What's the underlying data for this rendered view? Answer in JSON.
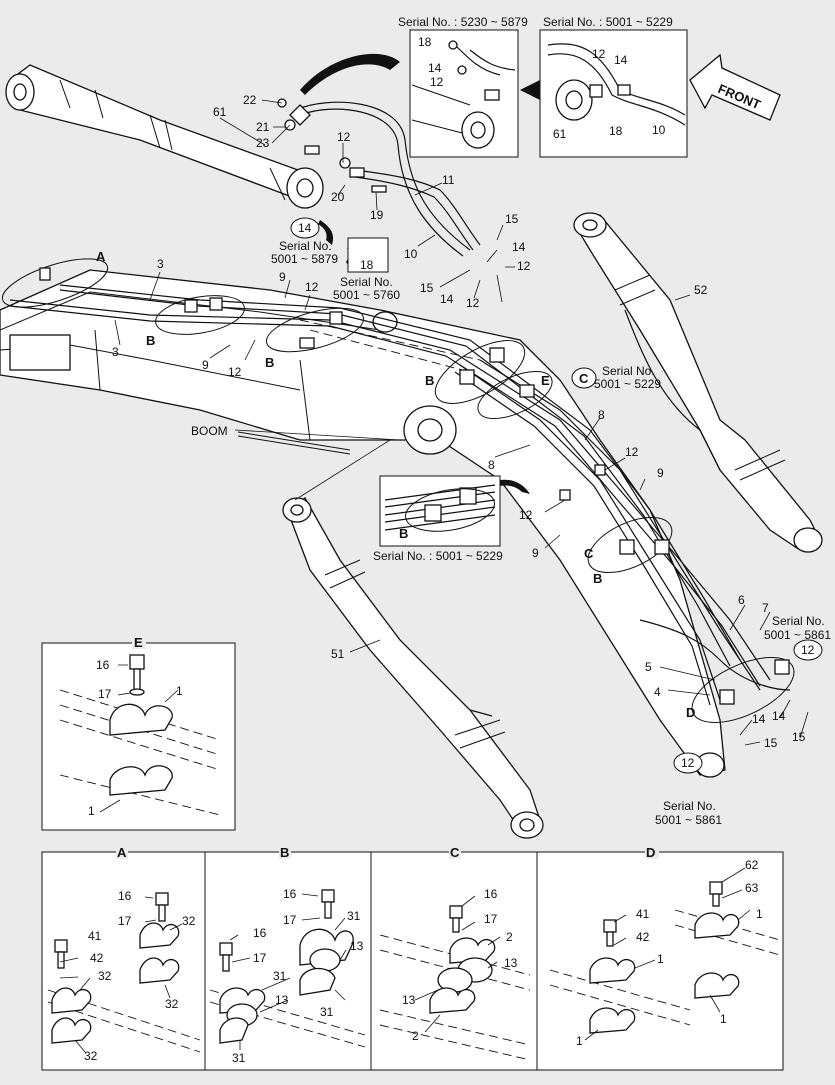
{
  "callouts": {
    "c61": "61",
    "c22": "22",
    "c21": "21",
    "c23": "23",
    "c12a": "12",
    "c20": "20",
    "c19": "19",
    "c11": "11",
    "c10": "10",
    "c15a": "15",
    "c14a": "14",
    "c12b": "12",
    "c15b": "15",
    "c14b": "14",
    "c12c": "12",
    "c52": "52",
    "c3a": "3",
    "c3b": "3",
    "c9a": "9",
    "c12d": "12",
    "c9b": "9",
    "c12e": "12",
    "c8a": "8",
    "c8b": "8",
    "c12f": "12",
    "c9c": "9",
    "c12g": "12",
    "c9d": "9",
    "c6": "6",
    "c7": "7",
    "c5": "5",
    "c4": "4",
    "c14c": "14",
    "c14d": "14",
    "c15c": "15",
    "c15d": "15",
    "c51": "51",
    "c18i": "18",
    "c14i": "14",
    "c12i": "12",
    "c12j": "12",
    "c14j": "14",
    "c61j": "61",
    "c18j": "18",
    "c10j": "10",
    "c18s": "18"
  },
  "letters": {
    "A": "A",
    "B1": "B",
    "B2": "B",
    "B3": "B",
    "B4": "B",
    "Bi": "B",
    "C1": "C",
    "E": "E",
    "D": "D"
  },
  "circled": {
    "fourteen": "14",
    "twelveA": "12",
    "twelveB": "12",
    "Cc": "C"
  },
  "serials": {
    "s1": "Serial No. : 5230 ~ 5879",
    "s2": "Serial No. : 5001 ~ 5229",
    "s3a": "Serial No.",
    "s3b": "5001 ~ 5879",
    "s4a": "Serial No.",
    "s4b": "5001 ~ 5760",
    "s5a": "Serial No.",
    "s5b": "5001 ~ 5229",
    "s6": "Serial No. : 5001 ~ 5229",
    "s7a": "Serial No.",
    "s7b": "5001 ~ 5861",
    "s8a": "Serial No.",
    "s8b": "5001 ~ 5861"
  },
  "front_label": "FRONT",
  "boom_label": "BOOM",
  "panelE": {
    "title": "E",
    "n16": "16",
    "n17": "17",
    "n1a": "1",
    "n1b": "1"
  },
  "panelA": {
    "title": "A",
    "n16": "16",
    "n17": "17",
    "n32a": "32",
    "n41": "41",
    "n42": "42",
    "n32b": "32",
    "n32c": "32",
    "n32d": "32"
  },
  "panelB": {
    "title": "B",
    "n16a": "16",
    "n17a": "17",
    "n31a": "31",
    "n16b": "16",
    "n17b": "17",
    "n13a": "13",
    "n31b": "31",
    "n13b": "13",
    "n31c": "31",
    "n31d": "31"
  },
  "panelC": {
    "title": "C",
    "n16": "16",
    "n17": "17",
    "n2a": "2",
    "n13a": "13",
    "n13b": "13",
    "n2b": "2"
  },
  "panelD": {
    "title": "D",
    "n62": "62",
    "n63": "63",
    "n41": "41",
    "n1a": "1",
    "n42": "42",
    "n1b": "1",
    "n1c": "1",
    "n1d": "1"
  }
}
